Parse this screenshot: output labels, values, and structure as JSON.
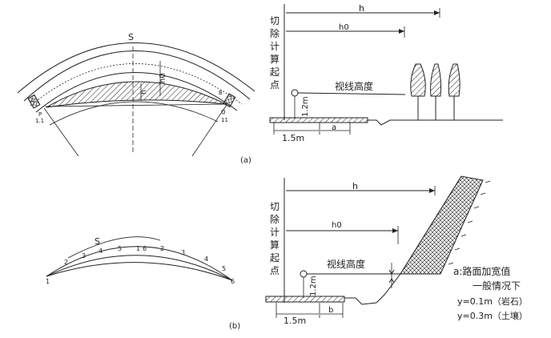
{
  "labels": {
    "S": "S",
    "h": "h",
    "h0": "h0",
    "h0_rot": "h0",
    "side_text": [
      "切",
      "除",
      "计",
      "算",
      "起",
      "点"
    ],
    "sight_height": "视线高度",
    "h_1_2m": "1.2m",
    "w_1_5m": "1.5m",
    "dim_a": "a",
    "dim_b": "b",
    "pt_A": "A",
    "pt_B": "B",
    "pt_P": "P",
    "pt_Q": "Q",
    "pt_11a": "1.1",
    "pt_11b": "11",
    "ticks_b": [
      "1",
      "2",
      "3",
      "4",
      "5",
      "1",
      "6",
      "2",
      "3",
      "4",
      "5",
      "6"
    ],
    "caption_a": "(a)",
    "caption_b": "(b)",
    "note": [
      "a:路面加宽值",
      "一般情况下",
      "y=0.1m（岩石）",
      "y=0.3m（土壤）"
    ]
  }
}
